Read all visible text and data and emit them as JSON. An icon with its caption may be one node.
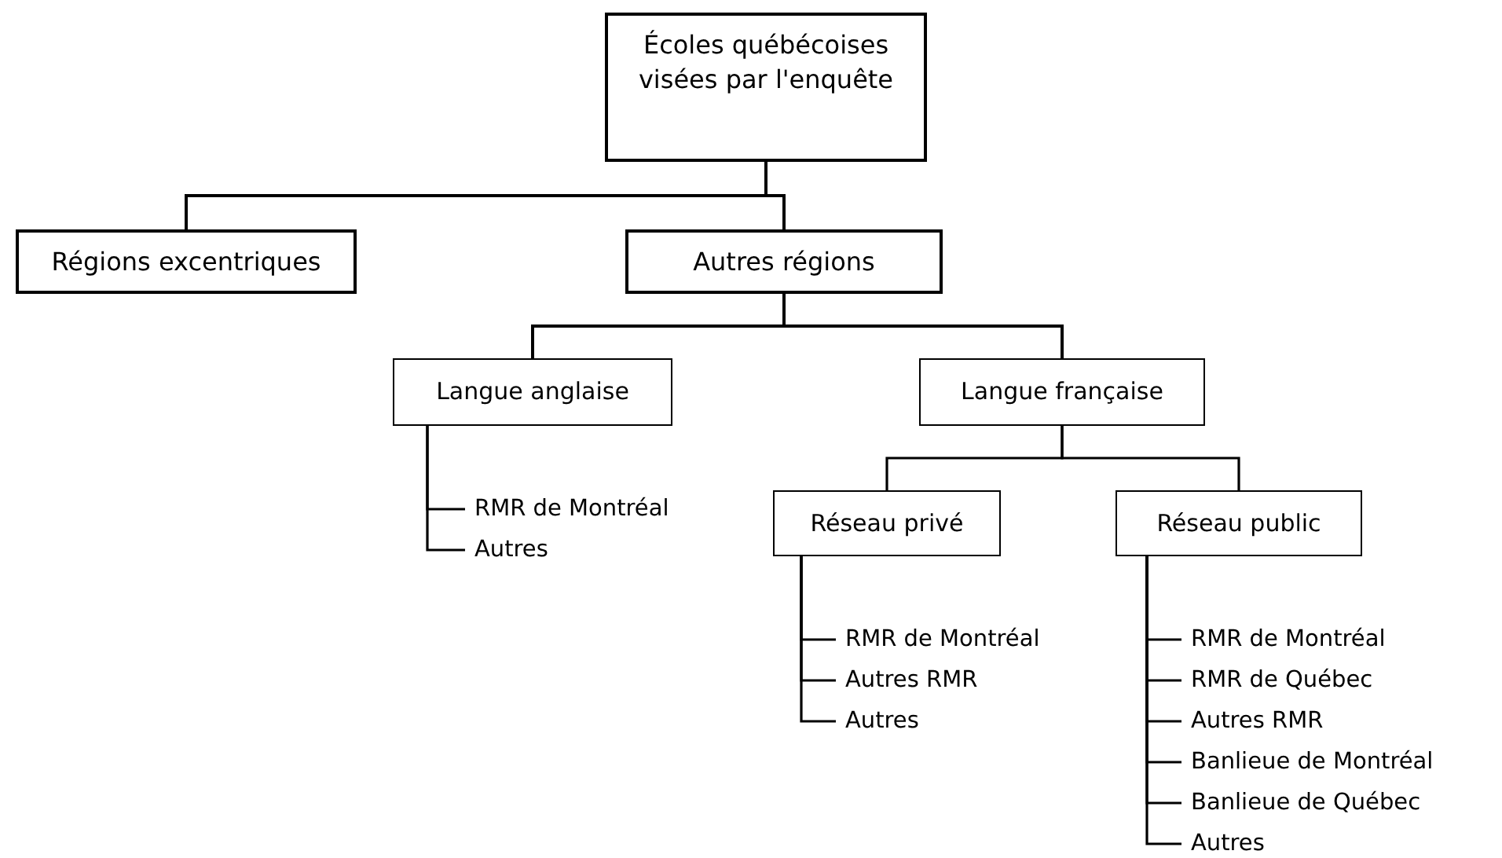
{
  "diagram": {
    "nodes": [
      {
        "text": [
          "Écoles québécoises visées par l'enquête"
        ]
      },
      {
        "text": [
          "Régions excentriques"
        ]
      },
      {
        "text": [
          "Autres régions"
        ]
      },
      {
        "text": [
          "Langue anglaise"
        ]
      },
      {
        "text": [
          "Langue française"
        ]
      },
      {
        "text": [
          "Réseau privé"
        ]
      },
      {
        "text": [
          "Réseau public"
        ]
      },
      {
        "text": [
          "RMR de Montréal"
        ]
      },
      {
        "text": [
          "Autres"
        ]
      },
      {
        "text": [
          "RMR de Montréal"
        ]
      },
      {
        "text": [
          "Autres RMR"
        ]
      },
      {
        "text": [
          "Autres"
        ]
      },
      {
        "text": [
          "RMR de Montréal"
        ]
      },
      {
        "text": [
          "RMR de Québec"
        ]
      },
      {
        "text": [
          "Autres RMR"
        ]
      },
      {
        "text": [
          "Banlieue de Montréal"
        ]
      },
      {
        "text": [
          "Banlieue de Québec"
        ]
      },
      {
        "text": [
          "Autres"
        ]
      }
    ],
    "edges": [
      {
        "from": 0,
        "to": 1,
        "arrow": "none"
      },
      {
        "from": 0,
        "to": 2,
        "arrow": "none"
      },
      {
        "from": 2,
        "to": 3,
        "arrow": "none"
      },
      {
        "from": 2,
        "to": 4,
        "arrow": "none"
      },
      {
        "from": 3,
        "to": 7,
        "arrow": "none"
      },
      {
        "from": 3,
        "to": 8,
        "arrow": "none"
      },
      {
        "from": 4,
        "to": 5,
        "arrow": "none"
      },
      {
        "from": 4,
        "to": 6,
        "arrow": "none"
      },
      {
        "from": 5,
        "to": 9,
        "arrow": "none"
      },
      {
        "from": 5,
        "to": 10,
        "arrow": "none"
      },
      {
        "from": 5,
        "to": 11,
        "arrow": "none"
      },
      {
        "from": 6,
        "to": 12,
        "arrow": "none"
      },
      {
        "from": 6,
        "to": 13,
        "arrow": "none"
      },
      {
        "from": 6,
        "to": 14,
        "arrow": "none"
      },
      {
        "from": 6,
        "to": 15,
        "arrow": "none"
      },
      {
        "from": 6,
        "to": 16,
        "arrow": "none"
      },
      {
        "from": 6,
        "to": 17,
        "arrow": "none"
      }
    ]
  }
}
